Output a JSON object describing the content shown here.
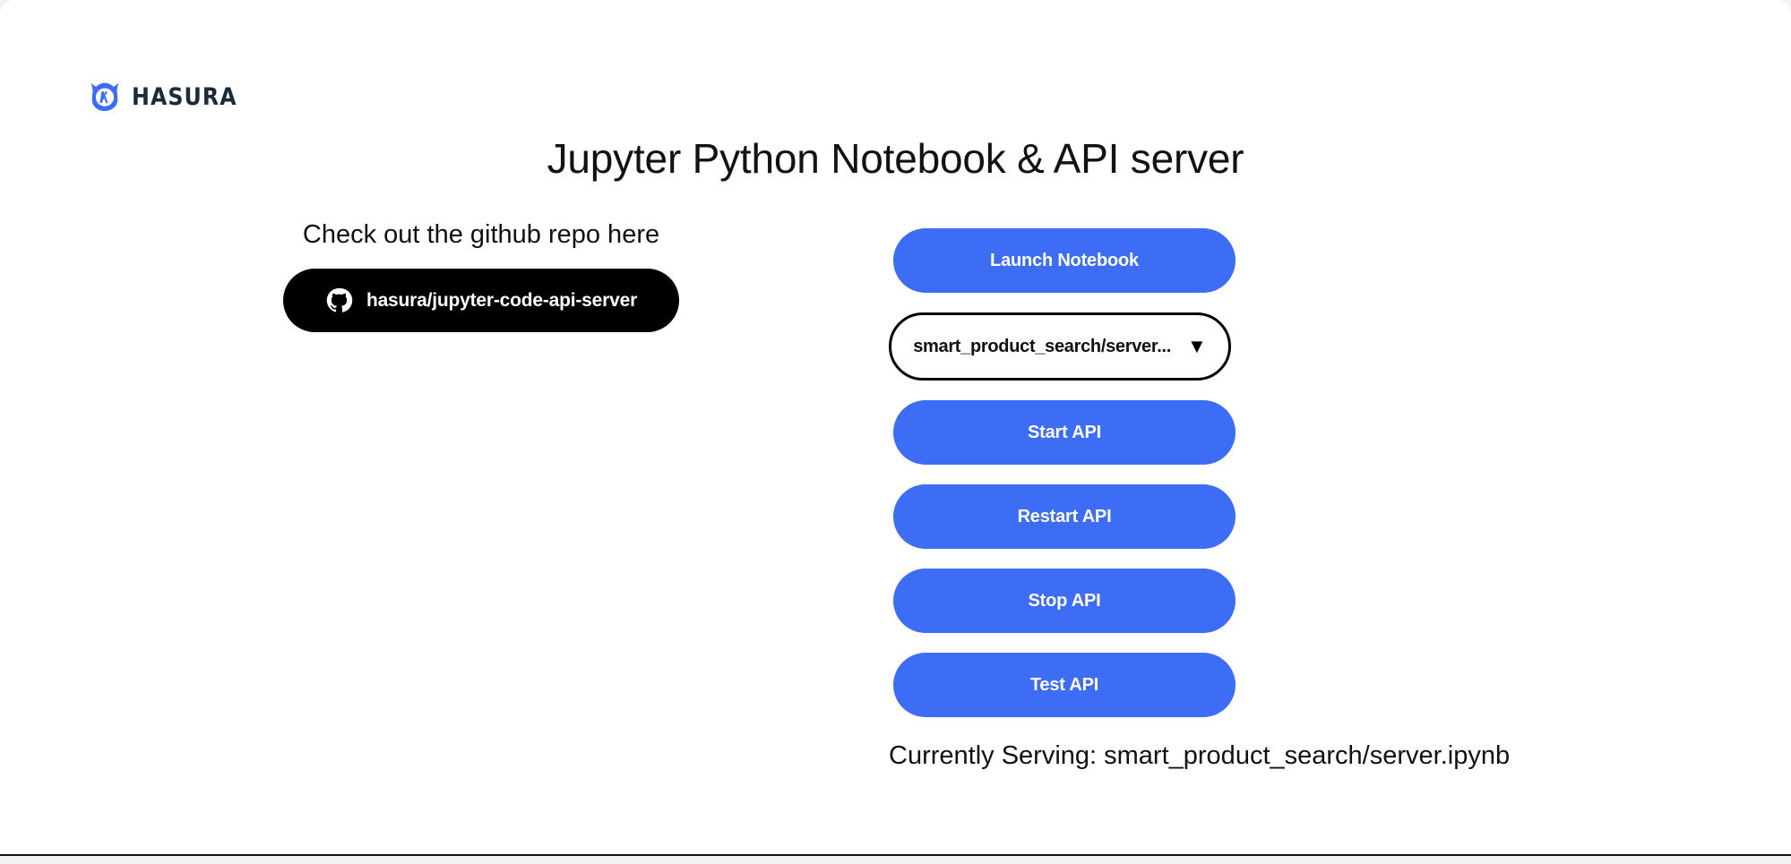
{
  "brand": {
    "name": "HASURA",
    "logo_icon": "hasura-lambda-shield-icon",
    "logo_color": "#3d6cf5",
    "wordmark_color": "#1f2a37"
  },
  "header": {
    "title": "Jupyter Python Notebook & API server"
  },
  "repo": {
    "caption": "Check out the github repo here",
    "button_label": "hasura/jupyter-code-api-server",
    "button_icon": "github-icon",
    "button_bg": "#000000",
    "button_fg": "#ffffff"
  },
  "actions": {
    "accent_color": "#3d6cf5",
    "launch_notebook": "Launch Notebook",
    "start_api": "Start API",
    "restart_api": "Restart API",
    "stop_api": "Stop API",
    "test_api": "Test API"
  },
  "notebook_select": {
    "selected_value": "smart_product_search/server...",
    "caret_icon": "chevron-down-icon"
  },
  "status": {
    "serving_text": "Currently Serving: smart_product_search/server.ipynb"
  }
}
